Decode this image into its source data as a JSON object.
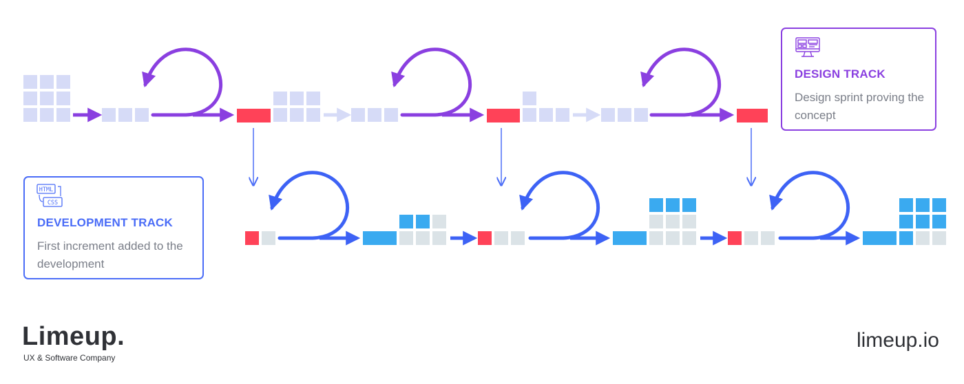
{
  "design_card": {
    "title": "DESIGN TRACK",
    "description": "Design sprint proving the concept",
    "icon": "design-monitor-icon",
    "color": "#8a3fe0"
  },
  "dev_card": {
    "title": "DEVELOPMENT TRACK",
    "description": "First increment added to the development",
    "icon": "html-css-icon",
    "icon_text_top": "HTML",
    "icon_text_bottom": "CSS",
    "color": "#4a6cf7"
  },
  "brand": {
    "logo": "Limeup.",
    "tagline": "UX & Software Company",
    "website": "limeup.io"
  },
  "colors": {
    "design_arrow": "#8a3fe0",
    "dev_arrow": "#3d62f5",
    "backlog_block": "#d6dbf7",
    "sprint_output": "#ff4258",
    "dev_block": "#3aaaf0",
    "dev_empty": "#dbe3e7",
    "link_arrow": "#4a6cf7"
  }
}
